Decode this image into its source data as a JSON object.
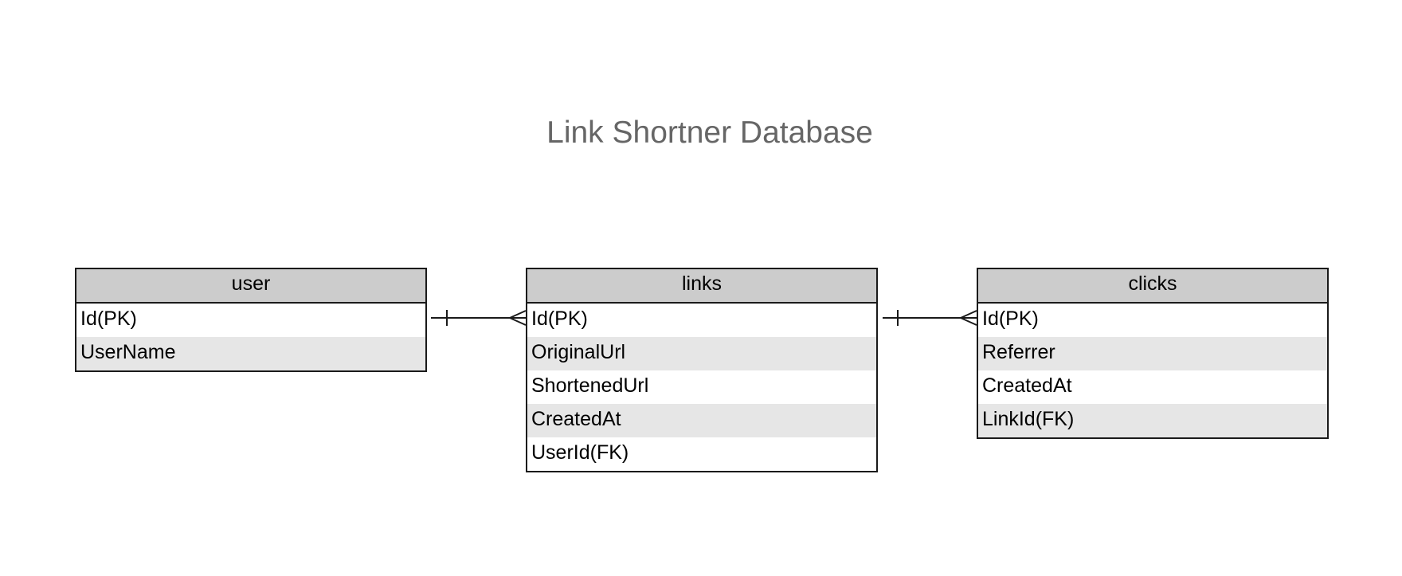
{
  "title": "Link Shortner Database",
  "entities": [
    {
      "name": "user",
      "fields": [
        "Id(PK)",
        "UserName"
      ]
    },
    {
      "name": "links",
      "fields": [
        "Id(PK)",
        "OriginalUrl",
        "ShortenedUrl",
        "CreatedAt",
        "UserId(FK)"
      ]
    },
    {
      "name": "clicks",
      "fields": [
        "Id(PK)",
        "Referrer",
        "CreatedAt",
        "LinkId(FK)"
      ]
    }
  ],
  "relationships": [
    {
      "from": "user",
      "to": "links",
      "from_cardinality": "one",
      "to_cardinality": "many"
    },
    {
      "from": "links",
      "to": "clicks",
      "from_cardinality": "one",
      "to_cardinality": "many"
    }
  ],
  "colors": {
    "header_fill": "#cccccc",
    "alt_row_fill": "#e6e6e6",
    "border": "#1a1a1a",
    "title_text": "#666666"
  }
}
